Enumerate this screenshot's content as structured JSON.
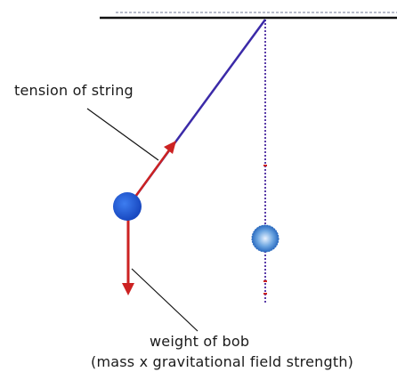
{
  "labels": {
    "tension": "tension of string",
    "weight_line1": "weight of bob",
    "weight_line2": "(mass x gravitational field strength)"
  },
  "colors": {
    "string": "#3b2aa8",
    "arrow": "#cc2222",
    "bob": "#1f5fe0",
    "rest_bob": "#4a8fd8",
    "support": "#111111"
  }
}
